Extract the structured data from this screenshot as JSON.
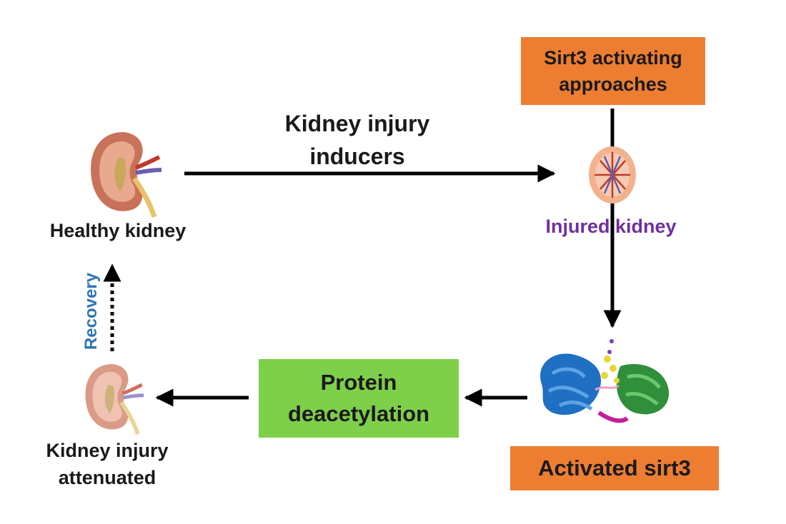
{
  "nodes": {
    "healthy_kidney": "Healthy kidney",
    "injured_kidney": "Injured kidney",
    "attenuated_line1": "Kidney injury",
    "attenuated_line2": "attenuated",
    "activated_sirt3": "Activated sirt3",
    "sirt3_approaches_line1": "Sirt3 activating",
    "sirt3_approaches_line2": "approaches",
    "deacetylation_line1": "Protein",
    "deacetylation_line2": "deacetylation"
  },
  "edges": {
    "inducers_line1": "Kidney injury",
    "inducers_line2": "inducers",
    "recovery": "Recovery"
  },
  "colors": {
    "orange_box": "#ED7D31",
    "green_box": "#7ECF4A",
    "injured_text": "#7030A0",
    "recovery_text": "#2E75B6",
    "arrow": "#000000"
  }
}
